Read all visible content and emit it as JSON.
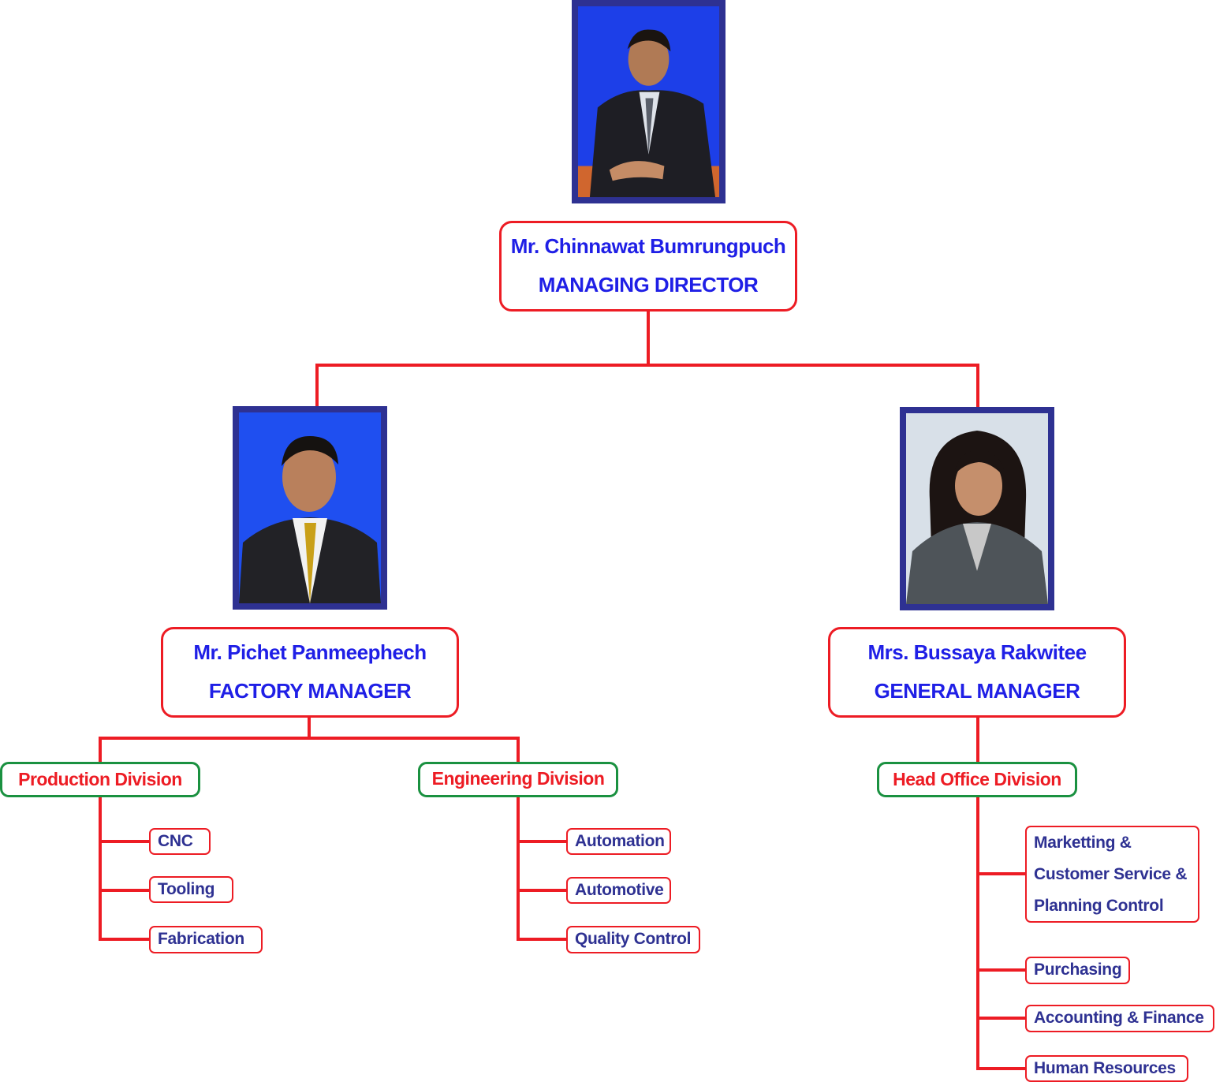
{
  "colors": {
    "connector": "#ed1c24",
    "photo_frame": "#2e3192",
    "name_text": "#1f1fe6",
    "division_border": "#1a9140",
    "division_text": "#ed1c24",
    "dept_text": "#2e3192"
  },
  "managing_director": {
    "name": "Mr. Chinnawat Bumrungpuch",
    "title": "MANAGING DIRECTOR"
  },
  "factory_manager": {
    "name": "Mr. Pichet Panmeephech",
    "title": "FACTORY MANAGER"
  },
  "general_manager": {
    "name": "Mrs. Bussaya Rakwitee",
    "title": "GENERAL MANAGER"
  },
  "divisions": {
    "production": {
      "label": "Production Division",
      "departments": [
        "CNC",
        "Tooling",
        "Fabrication"
      ]
    },
    "engineering": {
      "label": "Engineering Division",
      "departments": [
        "Automation",
        "Automotive",
        "Quality Control"
      ]
    },
    "head_office": {
      "label": "Head Office Division",
      "departments": [
        [
          "Marketting &",
          "Customer Service &",
          "Planning Control"
        ],
        "Purchasing",
        "Accounting & Finance",
        "Human Resources"
      ]
    }
  }
}
